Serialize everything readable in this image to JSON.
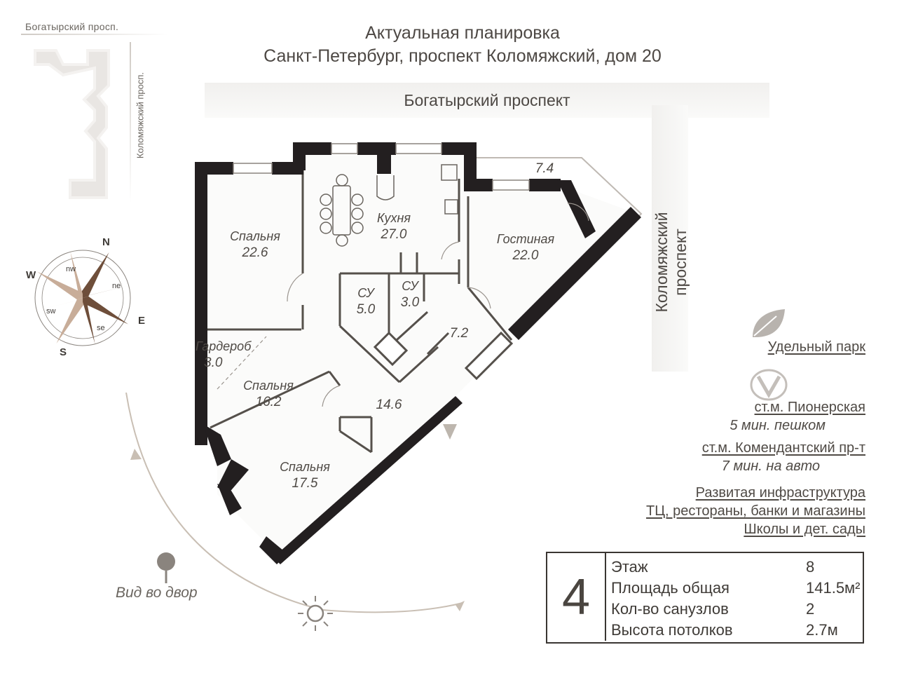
{
  "header": {
    "title": "Актуальная планировка",
    "address": "Санкт-Петербург, проспект Коломяжский, дом 20"
  },
  "mini_map": {
    "street_top": "Богатырский просп.",
    "street_side": "Коломяжский просп."
  },
  "streets": {
    "top": "Богатырский проспект",
    "right": "Коломяжский проспект"
  },
  "rooms": [
    {
      "name": "Спальня",
      "area": "22.6"
    },
    {
      "name": "Кухня",
      "area": "27.0"
    },
    {
      "name": "Гостиная",
      "area": "22.0"
    },
    {
      "name": "СУ",
      "area": "5.0"
    },
    {
      "name": "СУ",
      "area": "3.0"
    },
    {
      "name": "Гардероб",
      "area": "3.0"
    },
    {
      "name": "Спальня",
      "area": "16.2"
    },
    {
      "name": "Спальня",
      "area": "17.5"
    },
    {
      "name": "",
      "area": "14.6"
    },
    {
      "name": "",
      "area": "7.2"
    },
    {
      "name": "",
      "area": "7.4"
    }
  ],
  "compass": {
    "north": "N",
    "south": "S",
    "east": "E",
    "west": "W",
    "nw": "nw",
    "ne": "ne",
    "se": "se",
    "sw": "sw"
  },
  "view_label": "Вид во двор",
  "amenities": {
    "park": "Удельный парк",
    "metro1": "ст.м. Пионерская",
    "metro1_time": "5 мин. пешком",
    "metro2": "ст.м. Комендантский пр-т",
    "metro2_time": "7 мин. на авто",
    "infra": "Развитая инфраструктура",
    "infra_list": "ТЦ, рестораны, банки и магазины",
    "schools": "Школы и дет. сады"
  },
  "summary": {
    "rooms_count": "4",
    "rows": [
      {
        "label": "Этаж",
        "value": "8"
      },
      {
        "label": "Площадь общая",
        "value": "141.5м²"
      },
      {
        "label": "Кол-во санузлов",
        "value": "2"
      },
      {
        "label": "Высота потолков",
        "value": "2.7м"
      }
    ]
  },
  "colors": {
    "wall": "#231f20",
    "accent": "#c9bfb4",
    "compass_dark": "#6e4e3a",
    "compass_light": "#c8ad99",
    "text": "#4a4540"
  },
  "icons": [
    "leaf-icon",
    "metro-icon",
    "location-pin-icon",
    "sun-icon",
    "compass-rose-icon",
    "entrance-arrow-icon"
  ]
}
